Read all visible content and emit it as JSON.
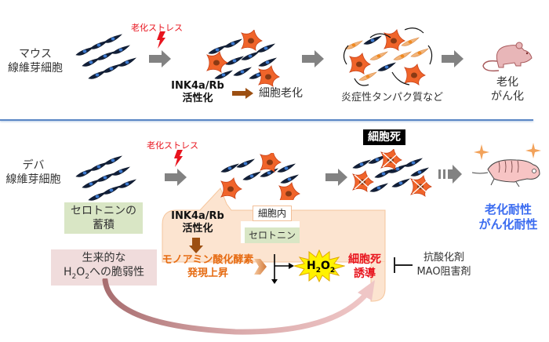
{
  "top": {
    "subject_line1": "マウス",
    "subject_line2": "線維芽細胞",
    "stress_label": "老化ストレス",
    "ink_line1": "INK4a/Rb",
    "ink_line2": "活性化",
    "senescence_label": "細胞老化",
    "inflammatory_label": "炎症性タンパク質など",
    "outcome_line1": "老化",
    "outcome_line2": "がん化"
  },
  "bottom": {
    "subject_line1": "デバ",
    "subject_line2": "線維芽細胞",
    "stress_label": "老化ストレス",
    "serotonin_accum_line1": "セロトニンの",
    "serotonin_accum_line2": "蓄積",
    "vulnerability_line1": "生来的な",
    "vulnerability_line2_prefix": "H",
    "vulnerability_line2_sub1": "2",
    "vulnerability_line2_mid": "O",
    "vulnerability_line2_sub2": "2",
    "vulnerability_line2_suffix": "への脆弱性",
    "ink_line1": "INK4a/Rb",
    "ink_line2": "活性化",
    "intracellular_label": "細胞内",
    "serotonin_label": "セロトニン",
    "mao_line1": "モノアミン酸化酵素",
    "mao_line2": "発現上昇",
    "h2o2_h": "H",
    "h2o2_sub1": "2",
    "h2o2_o": "O",
    "h2o2_sub2": "2",
    "death_induce_line1": "細胞死",
    "death_induce_line2": "誘導",
    "inhibitor_line1": "抗酸化剤",
    "inhibitor_line2": "MAO阻害剤",
    "cell_death_label": "細胞死",
    "outcome_line1": "老化耐性",
    "outcome_line2": "がん化耐性"
  },
  "colors": {
    "stress_red": "#e8141e",
    "senescent_orange": "#f0642a",
    "fibroblast_navy": "#1a2c4a",
    "arrow_gray": "#808080",
    "brown_arrow": "#9c4f12",
    "bubble_peach": "#fce4d0",
    "resistance_blue": "#3b6cf0",
    "divider_blue": "#5b87c5"
  }
}
